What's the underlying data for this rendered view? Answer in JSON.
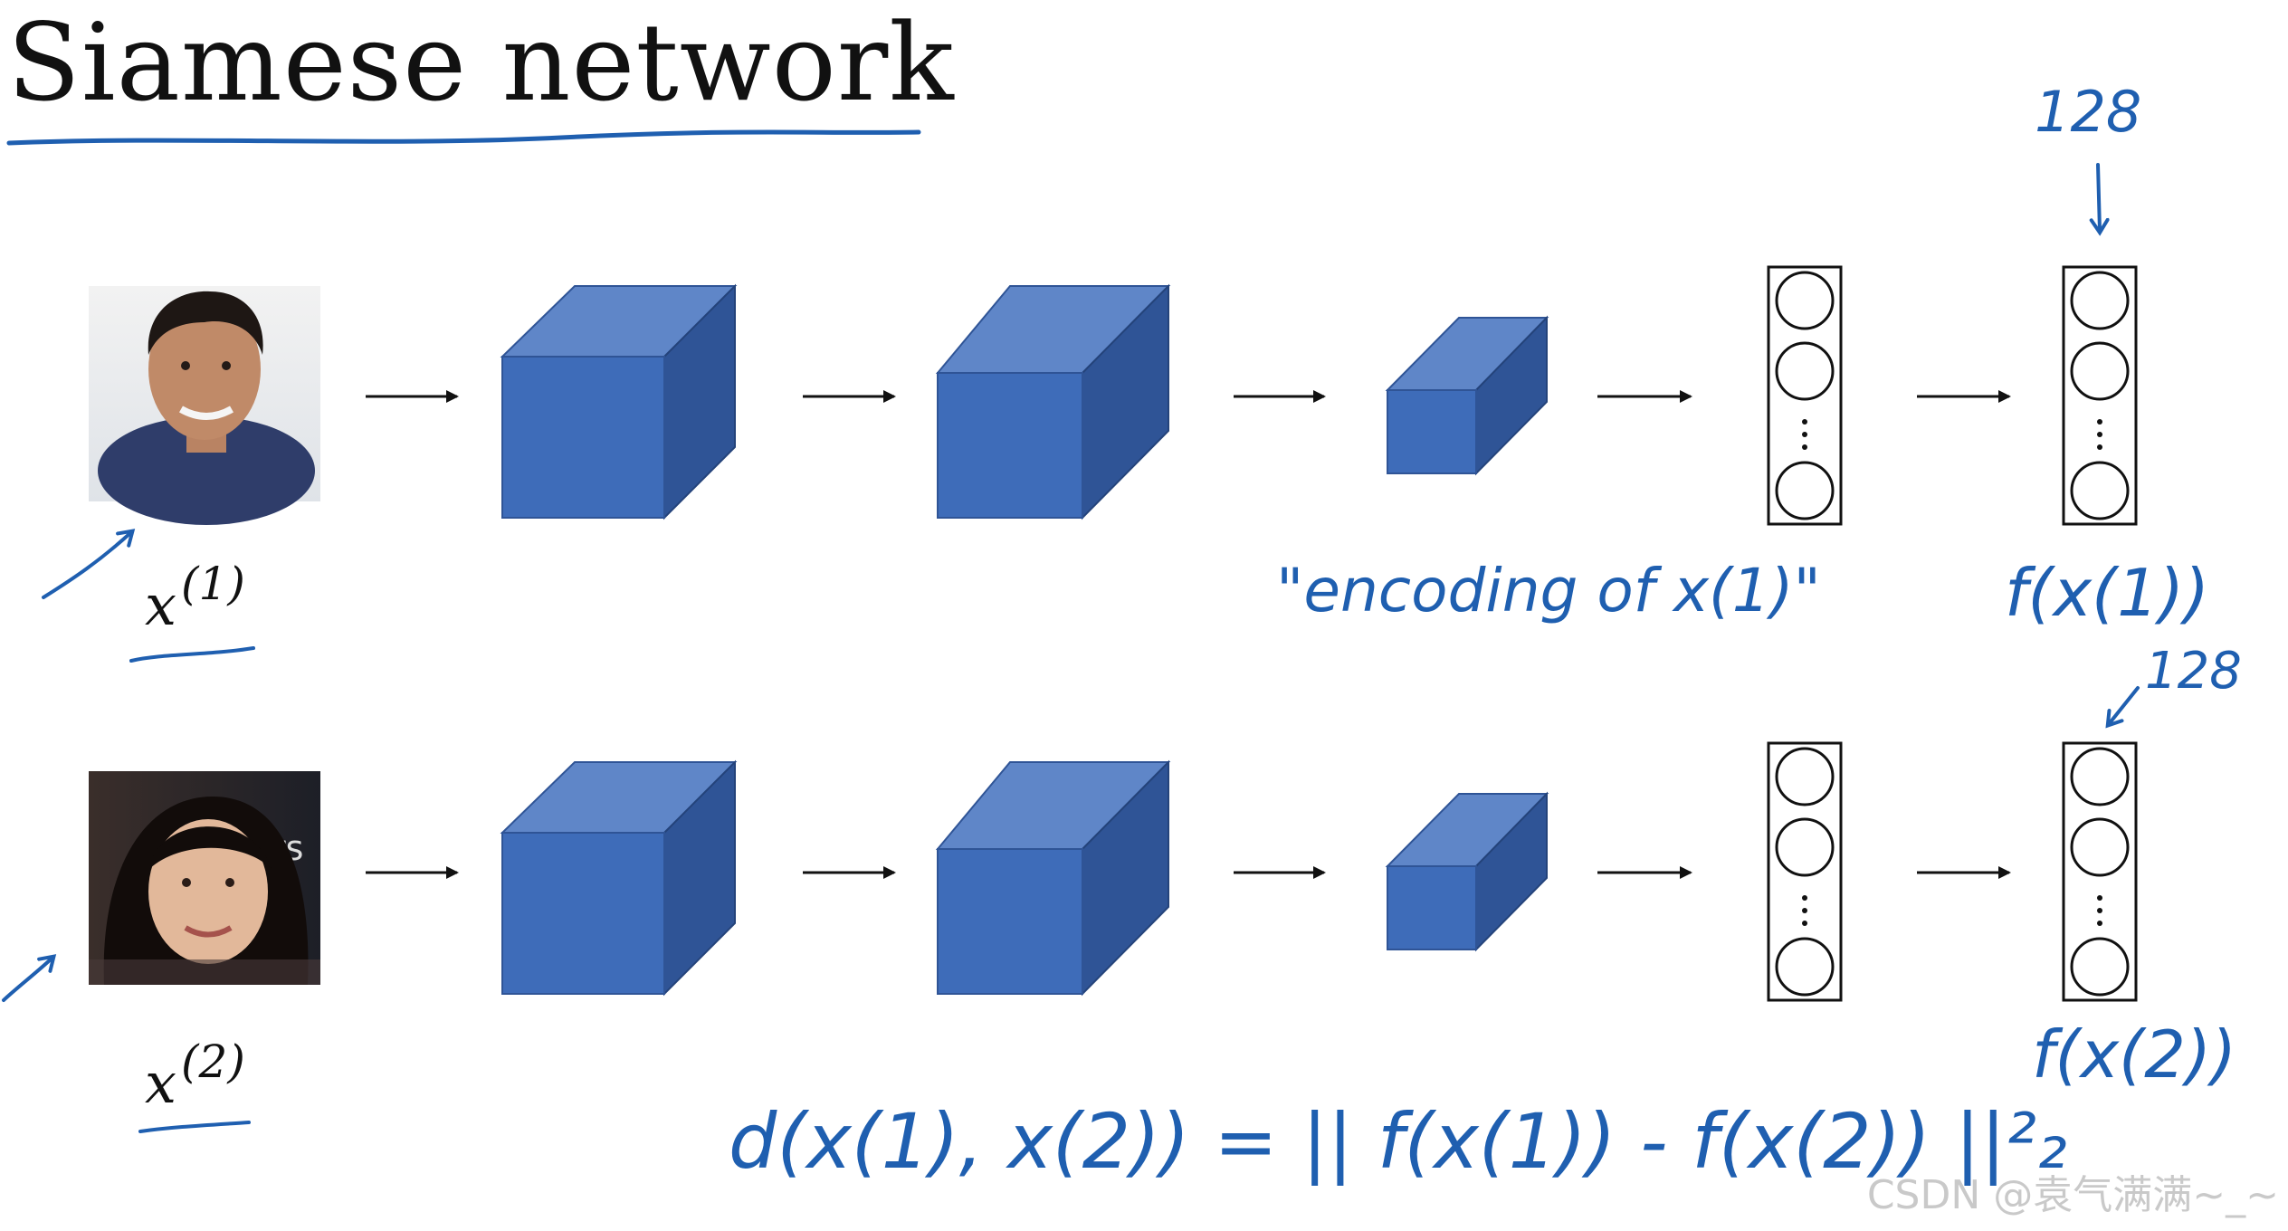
{
  "title": "Siamese network",
  "inputs": {
    "x1_base": "x",
    "x1_sup": "(1)",
    "x2_base": "x",
    "x2_sup": "(2)"
  },
  "annotations": {
    "dim_top": "128",
    "dim_bottom": "128",
    "encoding_note": "\"encoding of x(1)\"",
    "f_x1": "f(x(1))",
    "f_x2": "f(x(2))",
    "distance_formula": "d(x(1), x(2)) = || f(x(1)) - f(x(2)) ||²₂"
  },
  "watermark": "CSDN @袁气满满~_~",
  "colors": {
    "block_front": "#3e6cb9",
    "block_top": "#5f86c8",
    "block_side": "#2f5496",
    "ink_blue": "#1f5fb0",
    "text": "#111111"
  },
  "icons": {
    "photo_1": "face-photo-man",
    "photo_2": "face-photo-woman"
  }
}
